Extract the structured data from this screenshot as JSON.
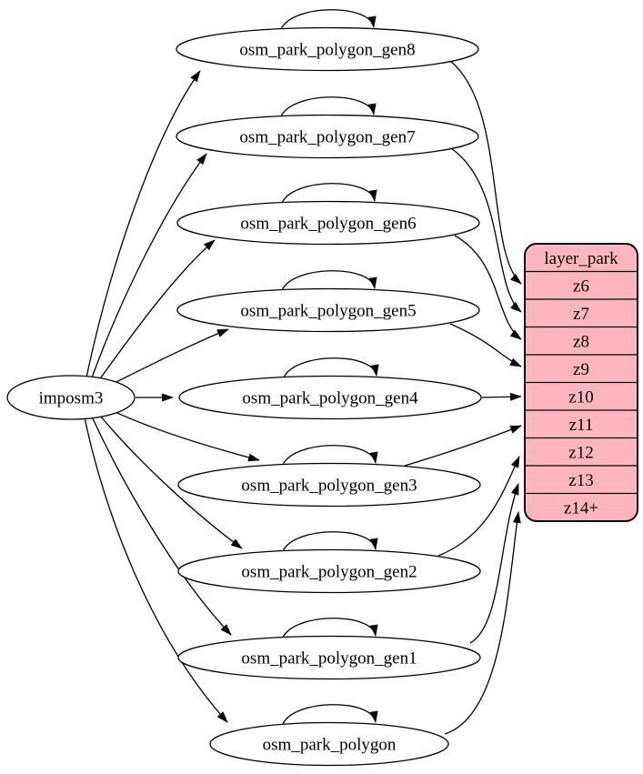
{
  "diagram": {
    "kind": "etl-graph",
    "source_node": {
      "label": "imposm3"
    },
    "table_nodes": [
      {
        "label": "osm_park_polygon_gen8"
      },
      {
        "label": "osm_park_polygon_gen7"
      },
      {
        "label": "osm_park_polygon_gen6"
      },
      {
        "label": "osm_park_polygon_gen5"
      },
      {
        "label": "osm_park_polygon_gen4"
      },
      {
        "label": "osm_park_polygon_gen3"
      },
      {
        "label": "osm_park_polygon_gen2"
      },
      {
        "label": "osm_park_polygon_gen1"
      },
      {
        "label": "osm_park_polygon"
      }
    ],
    "layer_node": {
      "title": "layer_park",
      "rows": [
        "z6",
        "z7",
        "z8",
        "z9",
        "z10",
        "z11",
        "z12",
        "z13",
        "z14+"
      ]
    },
    "edges": [
      {
        "from": "imposm3",
        "to": "osm_park_polygon_gen8"
      },
      {
        "from": "imposm3",
        "to": "osm_park_polygon_gen7"
      },
      {
        "from": "imposm3",
        "to": "osm_park_polygon_gen6"
      },
      {
        "from": "imposm3",
        "to": "osm_park_polygon_gen5"
      },
      {
        "from": "imposm3",
        "to": "osm_park_polygon_gen4"
      },
      {
        "from": "imposm3",
        "to": "osm_park_polygon_gen3"
      },
      {
        "from": "imposm3",
        "to": "osm_park_polygon_gen2"
      },
      {
        "from": "imposm3",
        "to": "osm_park_polygon_gen1"
      },
      {
        "from": "imposm3",
        "to": "osm_park_polygon"
      },
      {
        "from": "osm_park_polygon_gen8",
        "to": "osm_park_polygon_gen8",
        "type": "self-loop"
      },
      {
        "from": "osm_park_polygon_gen7",
        "to": "osm_park_polygon_gen7",
        "type": "self-loop"
      },
      {
        "from": "osm_park_polygon_gen6",
        "to": "osm_park_polygon_gen6",
        "type": "self-loop"
      },
      {
        "from": "osm_park_polygon_gen5",
        "to": "osm_park_polygon_gen5",
        "type": "self-loop"
      },
      {
        "from": "osm_park_polygon_gen4",
        "to": "osm_park_polygon_gen4",
        "type": "self-loop"
      },
      {
        "from": "osm_park_polygon_gen3",
        "to": "osm_park_polygon_gen3",
        "type": "self-loop"
      },
      {
        "from": "osm_park_polygon_gen2",
        "to": "osm_park_polygon_gen2",
        "type": "self-loop"
      },
      {
        "from": "osm_park_polygon_gen1",
        "to": "osm_park_polygon_gen1",
        "type": "self-loop"
      },
      {
        "from": "osm_park_polygon",
        "to": "osm_park_polygon",
        "type": "self-loop"
      },
      {
        "from": "osm_park_polygon_gen8",
        "to": "layer_park",
        "row": "z6"
      },
      {
        "from": "osm_park_polygon_gen7",
        "to": "layer_park",
        "row": "z7"
      },
      {
        "from": "osm_park_polygon_gen6",
        "to": "layer_park",
        "row": "z8"
      },
      {
        "from": "osm_park_polygon_gen5",
        "to": "layer_park",
        "row": "z9"
      },
      {
        "from": "osm_park_polygon_gen4",
        "to": "layer_park",
        "row": "z10"
      },
      {
        "from": "osm_park_polygon_gen3",
        "to": "layer_park",
        "row": "z11"
      },
      {
        "from": "osm_park_polygon_gen2",
        "to": "layer_park",
        "row": "z12"
      },
      {
        "from": "osm_park_polygon_gen1",
        "to": "layer_park",
        "row": "z13"
      },
      {
        "from": "osm_park_polygon",
        "to": "layer_park",
        "row": "z14+"
      }
    ],
    "colors": {
      "background": "#ffffff",
      "node_fill": "#ffffff",
      "stroke": "#000000",
      "layer_fill": "#FFB6C1"
    }
  }
}
